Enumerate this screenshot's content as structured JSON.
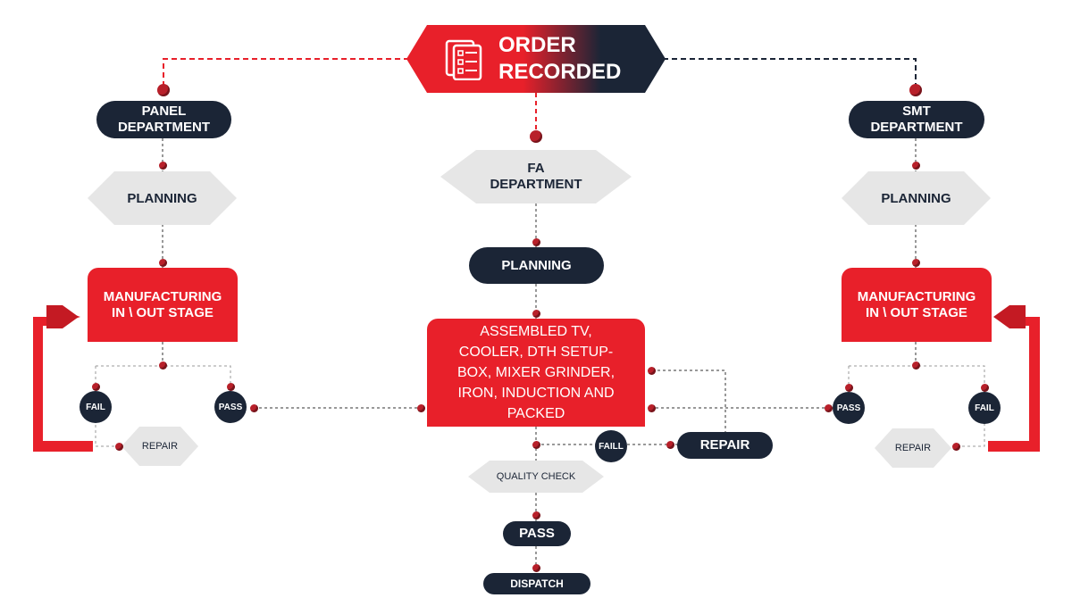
{
  "header": {
    "title": "ORDER\nRECORDED",
    "icon": "checklist-icon"
  },
  "colors": {
    "navy": "#1b2536",
    "red": "#e8202a",
    "grey": "#e6e6e6"
  },
  "left": {
    "department": "PANEL\nDEPARTMENT",
    "planning": "PLANNING",
    "manufacturing": "MANUFACTURING\nIN \\ OUT STAGE",
    "fail": "FAIL",
    "pass": "PASS",
    "repair": "REPAIR"
  },
  "center": {
    "department": "FA\nDEPARTMENT",
    "planning": "PLANNING",
    "products": "ASSEMBLED TV,\nCOOLER, DTH SETUP-\nBOX, MIXER GRINDER,\nIRON, INDUCTION AND\nPACKED",
    "fail": "FAILL",
    "repair": "REPAIR",
    "quality_check": "QUALITY CHECK",
    "pass": "PASS",
    "dispatch": "DISPATCH"
  },
  "right": {
    "department": "SMT\nDEPARTMENT",
    "planning": "PLANNING",
    "manufacturing": "MANUFACTURING\nIN \\ OUT STAGE",
    "pass": "PASS",
    "fail": "FAIL",
    "repair": "REPAIR"
  }
}
